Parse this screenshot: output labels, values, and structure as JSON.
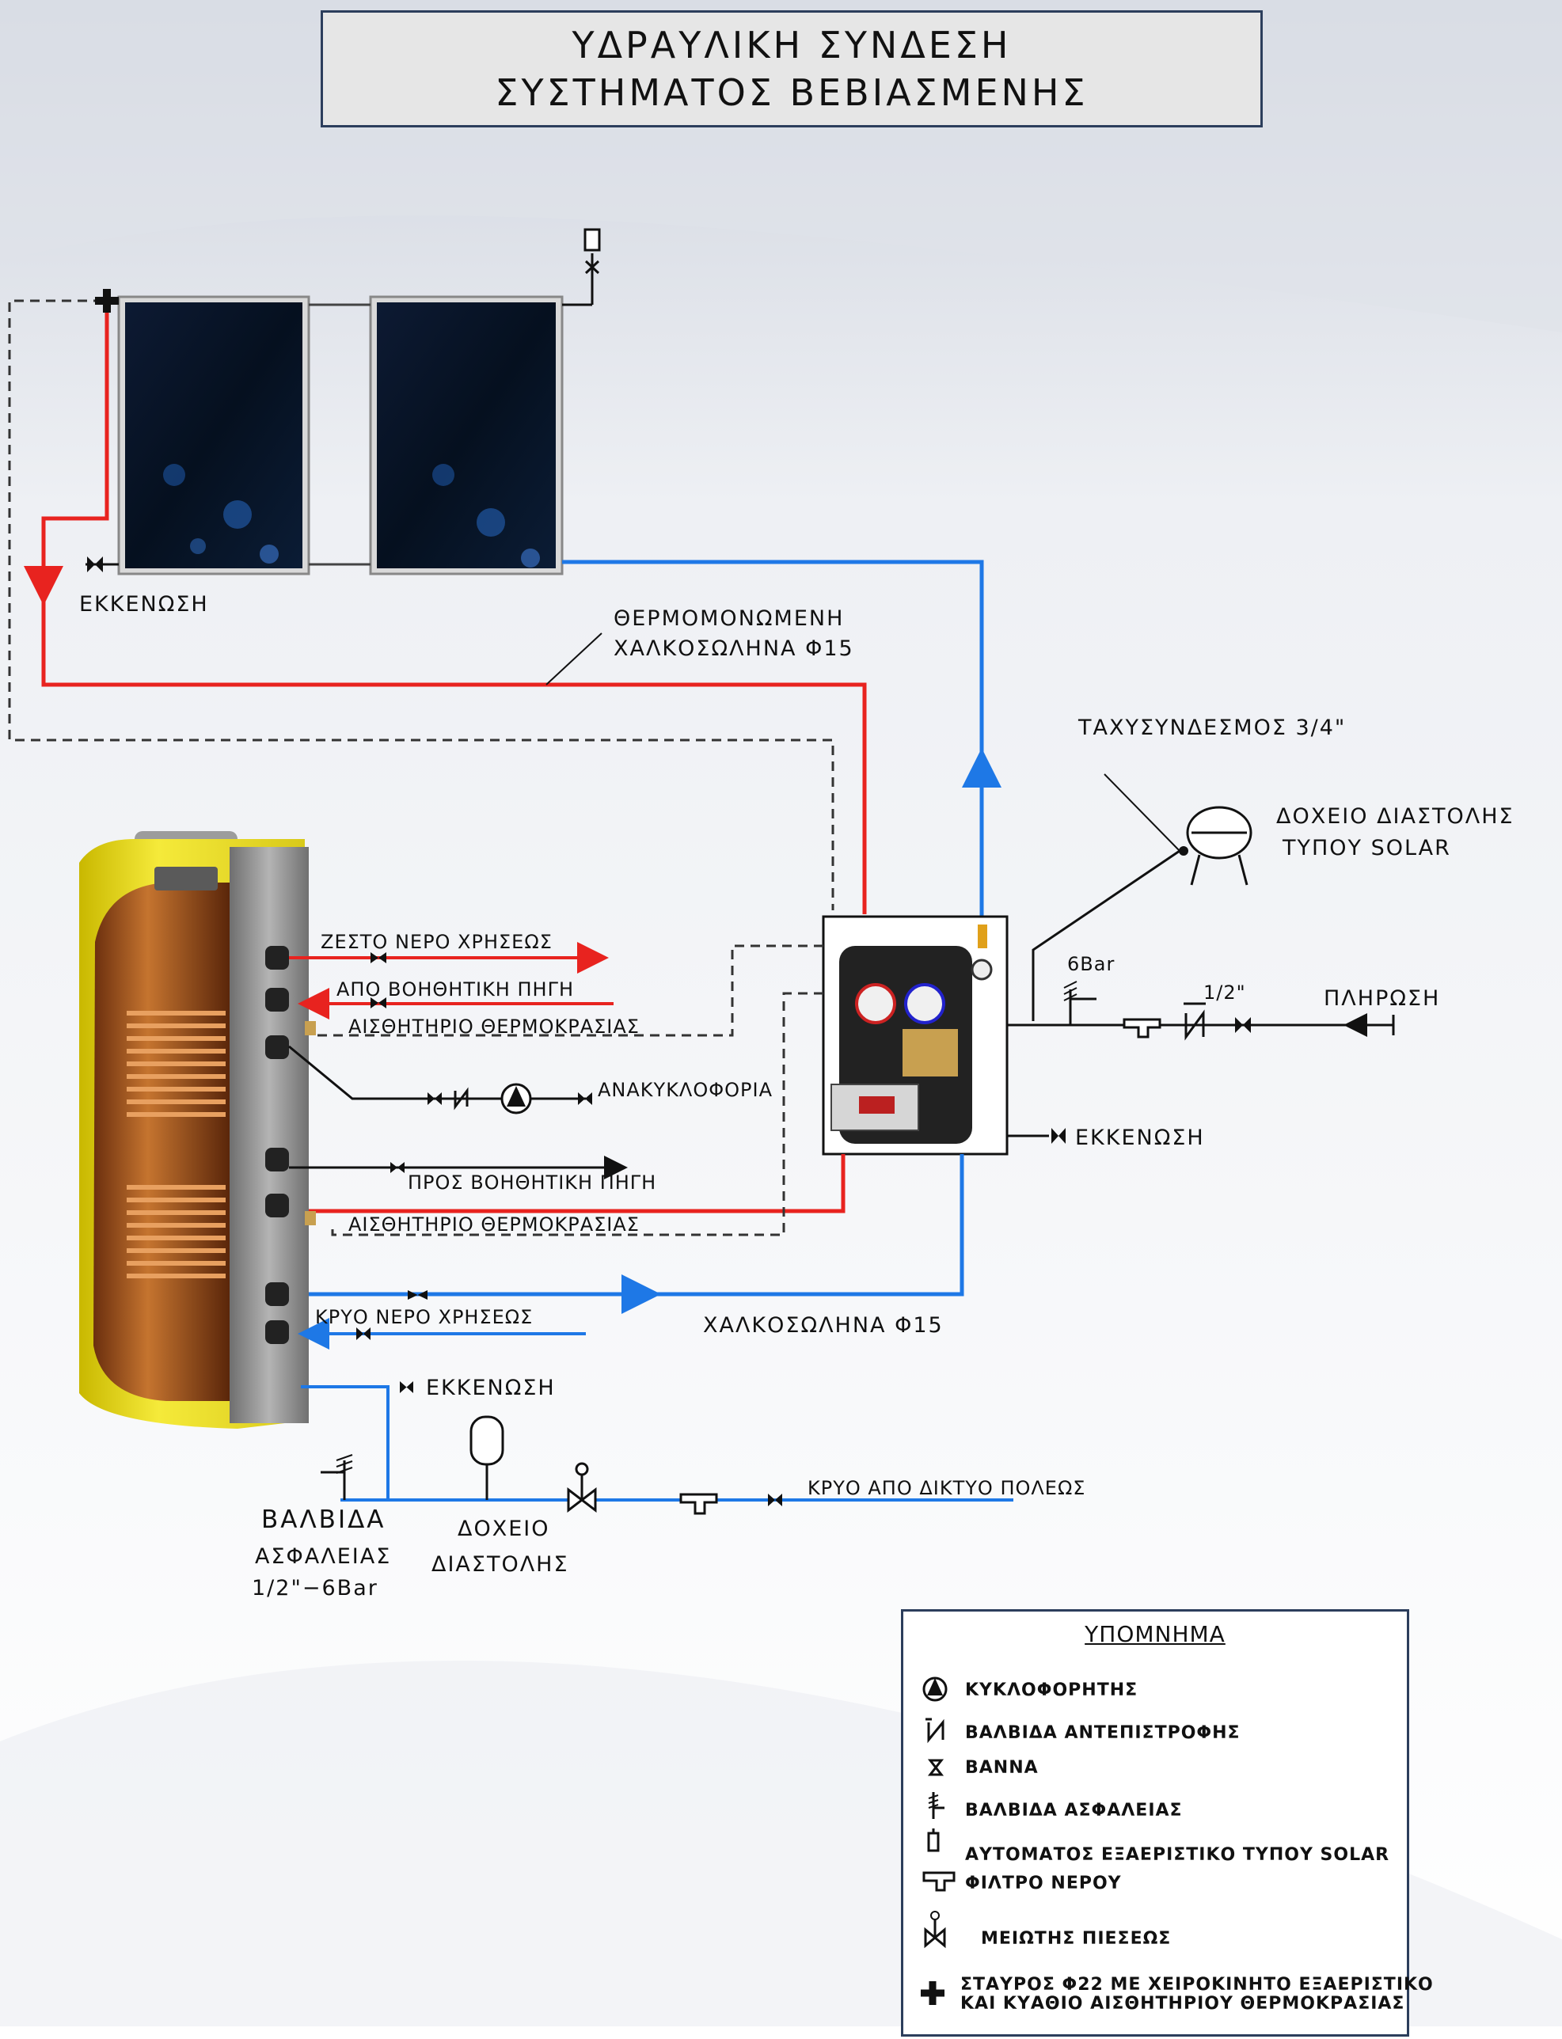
{
  "title": {
    "line1": "ΥΔΡΑΥΛΙΚΗ ΣΥΝΔΕΣΗ",
    "line2": "ΣΥΣΤΗΜΑΤΟΣ ΒΕΒΙΑΣΜΕΝΗΣ"
  },
  "labels": {
    "drain_collectors": "ΕΚΚΕΝΩΣΗ",
    "pipe_insulated_1": "ΘΕΡΜΟΜΟΝΩΜΕΝΗ",
    "pipe_insulated_2": "ΧΑΛΚΟΣΩΛΗΝΑ Φ15",
    "quick_coupling": "ΤΑΧΥΣΥΝΔΕΣΜΟΣ 3/4\"",
    "expansion_solar_1": "ΔΟΧΕΙΟ ΔΙΑΣΤΟΛΗΣ",
    "expansion_solar_2": "ΤΥΠΟΥ SOLAR",
    "pressure_6bar": "6Bar",
    "half_inch": "1/2\"",
    "filling": "ΠΛΗΡΩΣΗ",
    "hot_water": "ΖΕΣΤΟ ΝΕΡΟ ΧΡΗΣΕΩΣ",
    "from_aux": "ΑΠΟ ΒΟΗΘΗΤΙΚΗ ΠΗΓΗ",
    "sensor_top": "ΑΙΣΘΗΤΗΡΙΟ ΘΕΡΜΟΚΡΑΣΙΑΣ",
    "recirculation": "ΑΝΑΚΥΚΛΟΦΟΡΙΑ",
    "drain_station": "ΕΚΚΕΝΩΣΗ",
    "to_aux": "ΠΡΟΣ ΒΟΗΘΗΤΙΚΗ ΠΗΓΗ",
    "sensor_bottom": "ΑΙΣΘΗΤΗΡΙΟ ΘΕΡΜΟΚΡΑΣΙΑΣ",
    "copper_pipe": "ΧΑΛΚΟΣΩΛΗΝΑ Φ15",
    "cold_water": "ΚΡΥΟ ΝΕΡΟ ΧΡΗΣΕΩΣ",
    "drain_tank": "ΕΚΚΕΝΩΣΗ",
    "safety_valve_1": "ΒΑΛΒΙΔΑ",
    "safety_valve_2": "ΑΣΦΑΛΕΙΑΣ",
    "safety_valve_3": "1/2\"−6Bar",
    "expansion_1": "ΔΟΧΕΙΟ",
    "expansion_2": "ΔΙΑΣΤΟΛΗΣ",
    "city_cold": "ΚΡΥΟ ΑΠΟ ΔΙΚΤΥΟ ΠΟΛΕΩΣ"
  },
  "legend": {
    "title": "ΥΠΟΜΝΗΜΑ",
    "items": [
      {
        "icon": "circulator-icon",
        "text": "ΚΥΚΛΟΦΟΡΗΤΗΣ"
      },
      {
        "icon": "check-valve-icon",
        "text": "ΒΑΛΒΙΔΑ ΑΝΤΕΠΙΣΤΡΟΦΗΣ"
      },
      {
        "icon": "ball-valve-icon",
        "text": "ΒΑΝΝΑ"
      },
      {
        "icon": "safety-valve-icon",
        "text": "ΒΑΛΒΙΔΑ ΑΣΦΑΛΕΙΑΣ"
      },
      {
        "icon": "air-vent-icon",
        "text": "ΑΥΤΟΜΑΤΟΣ ΕΞΑΕΡΙΣΤΙΚΟ ΤΥΠΟΥ SOLAR"
      },
      {
        "icon": "water-filter-icon",
        "text": "ΦΙΛΤΡΟ ΝΕΡΟΥ"
      },
      {
        "icon": "pressure-reducer-icon",
        "text": "ΜΕΙΩΤΗΣ ΠΙΕΣΕΩΣ"
      },
      {
        "icon": "cross-fitting-icon",
        "text": "ΣΤΑΥΡΟΣ Φ22 ΜΕ ΧΕΙΡΟΚΙΝΗΤΟ ΕΞΑΕΡΙΣΤΙΚΟ",
        "text2": "ΚΑΙ ΚΥΑΘΙΟ ΑΙΣΘΗΤΗΡΙΟΥ ΘΕΡΜΟΚΡΑΣΙΑΣ"
      }
    ]
  },
  "colors": {
    "hot_pipe": "#e8231f",
    "cold_pipe": "#1e78e6",
    "sensor_line": "#333333",
    "frame": "#2c3e5c"
  }
}
